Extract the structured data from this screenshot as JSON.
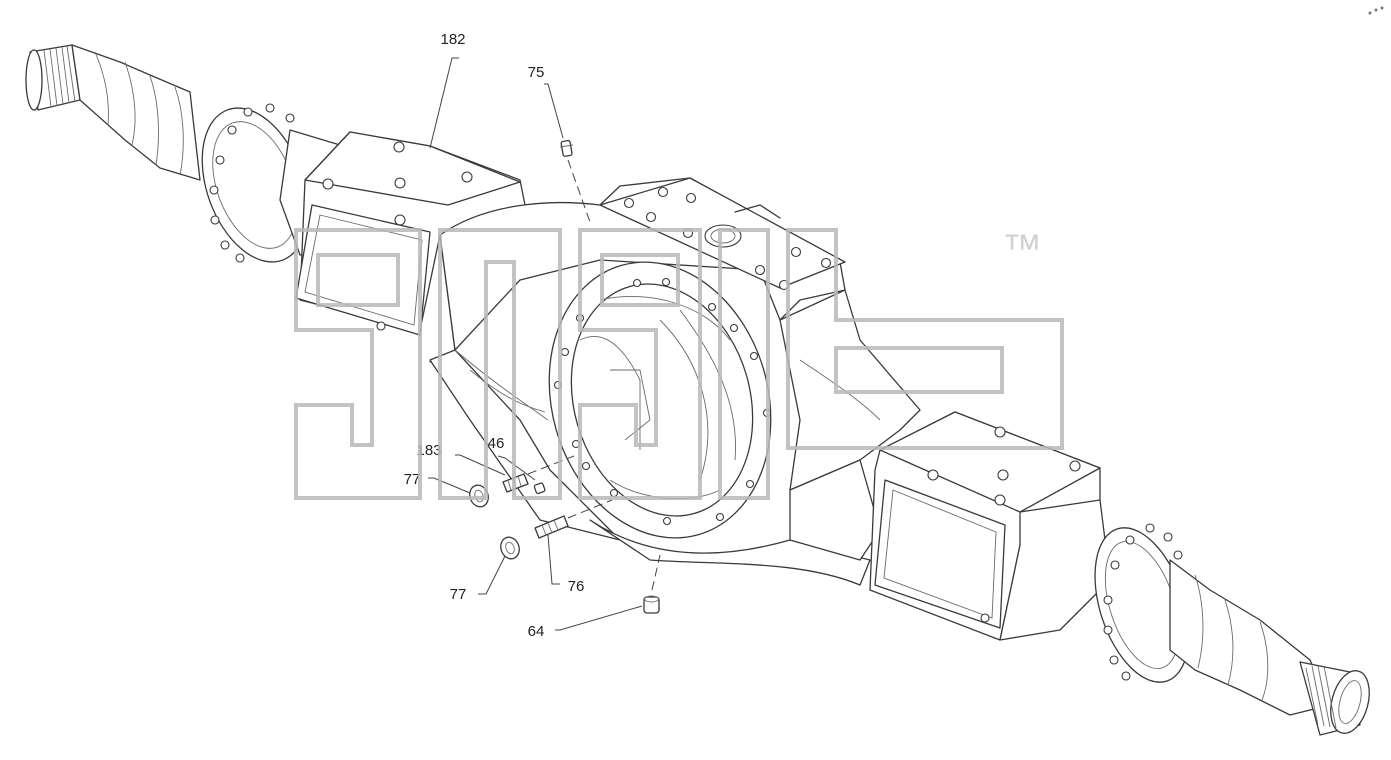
{
  "watermark": {
    "trademark": "™",
    "color": "#b9b9b9"
  },
  "callouts": [
    {
      "id": "c182",
      "label": "182"
    },
    {
      "id": "c75",
      "label": "75"
    },
    {
      "id": "c183",
      "label": "183"
    },
    {
      "id": "c46",
      "label": "46"
    },
    {
      "id": "c77a",
      "label": "77"
    },
    {
      "id": "c77b",
      "label": "77"
    },
    {
      "id": "c76",
      "label": "76"
    },
    {
      "id": "c64",
      "label": "64"
    }
  ]
}
